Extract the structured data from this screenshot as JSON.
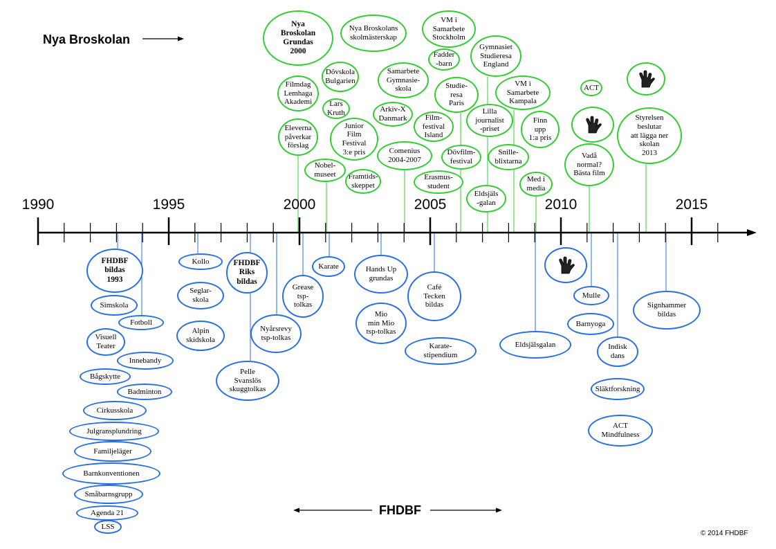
{
  "top_heading": "Nya Broskolan",
  "bottom_heading": "FHDBF",
  "copyright": "© 2014 FHDBF",
  "colors": {
    "upper_border": "#33cc33",
    "lower_border": "#2a6fe0",
    "axis": "#000000"
  },
  "axis": {
    "start_year": 1990,
    "end_year": 2015,
    "year_labels": [
      "1990",
      "1995",
      "2000",
      "2005",
      "2010",
      "2015"
    ]
  },
  "upper_events": [
    {
      "text": "Nya\nBroskolan\nGrundas\n2000",
      "bold": true
    },
    {
      "text": "Filmdag\nLemhaga\nAkademi"
    },
    {
      "text": "Eleverna\npåverkar\nförslag"
    },
    {
      "text": "Dövskola\nBulgarien"
    },
    {
      "text": "Lars\nKruth"
    },
    {
      "text": "Nobel-\nmuseet"
    },
    {
      "text": "Junior\nFilm\nFestival\n3:e pris"
    },
    {
      "text": "Framtids-\nskeppet"
    },
    {
      "text": "Nya Broskolans\nskolmästerskap"
    },
    {
      "text": "Samarbete\nGymnasie-\nskola"
    },
    {
      "text": "Arkiv-X\nDanmark"
    },
    {
      "text": "Comenius\n2004-2007"
    },
    {
      "text": "VM i\nSamarbete\nStockholm"
    },
    {
      "text": "Fadder\n-barn"
    },
    {
      "text": "Studie-\nresa\nParis"
    },
    {
      "text": "Film-\nfestival\nIsland"
    },
    {
      "text": "Dövfilm-\nfestival"
    },
    {
      "text": "Erasmus-\nstudent"
    },
    {
      "text": "Gymnasiet\nStudieresa\nEngland"
    },
    {
      "text": "Lilla\njournalist\n-priset"
    },
    {
      "text": "Eldsjäls\n-galan"
    },
    {
      "text": "VM i\nSamarbete\nKampala"
    },
    {
      "text": "Snille-\nblixtarna"
    },
    {
      "text": "Finn\nupp\n1:a pris"
    },
    {
      "text": "Med i\nmedia"
    },
    {
      "text": "ACT"
    },
    {
      "text": "",
      "icon": "sign-language-hand-icon"
    },
    {
      "text": "Vadå\nnormal?\nBästa film"
    },
    {
      "text": "",
      "icon": "sign-language-hand-icon"
    },
    {
      "text": "Styrelsen\nbeslutar\natt lägga ner\nskolan\n2013"
    }
  ],
  "lower_events": [
    {
      "text": "FHDBF\nbildas\n1993",
      "bold": true
    },
    {
      "text": "Simskola"
    },
    {
      "text": "Fotboll"
    },
    {
      "text": "Visuell\nTeater"
    },
    {
      "text": "Innebandy"
    },
    {
      "text": "Bågskytte"
    },
    {
      "text": "Badminton"
    },
    {
      "text": "Cirkusskola"
    },
    {
      "text": "Julgransplundring"
    },
    {
      "text": "Familjeläger"
    },
    {
      "text": "Barnkonventionen"
    },
    {
      "text": "Småbarnsgrupp"
    },
    {
      "text": "Agenda 21"
    },
    {
      "text": "LSS"
    },
    {
      "text": "Kollo"
    },
    {
      "text": "Seglar-\nskola"
    },
    {
      "text": "Alpin\nskidskola"
    },
    {
      "text": "FHDBF\nRiks\nbildas",
      "bold": true
    },
    {
      "text": "Pelle\nSvanslös\nskuggtolkas"
    },
    {
      "text": "Nyårsrevy\ntsp-tolkas"
    },
    {
      "text": "Grease\ntsp-\ntolkas"
    },
    {
      "text": "Karate"
    },
    {
      "text": "Hands Up\ngrundas"
    },
    {
      "text": "Mio\nmin Mio\ntsp-tolkas"
    },
    {
      "text": "Café\nTecken\nbildas"
    },
    {
      "text": "Karate-\nstipendium"
    },
    {
      "text": "",
      "icon": "sign-language-hand-icon"
    },
    {
      "text": "Eldsjälsgalan"
    },
    {
      "text": "Mulle"
    },
    {
      "text": "Barnyoga"
    },
    {
      "text": "Indisk\ndans"
    },
    {
      "text": "Släktforskning"
    },
    {
      "text": "ACT\nMindfulness"
    },
    {
      "text": "Signhammer\nbildas"
    }
  ]
}
